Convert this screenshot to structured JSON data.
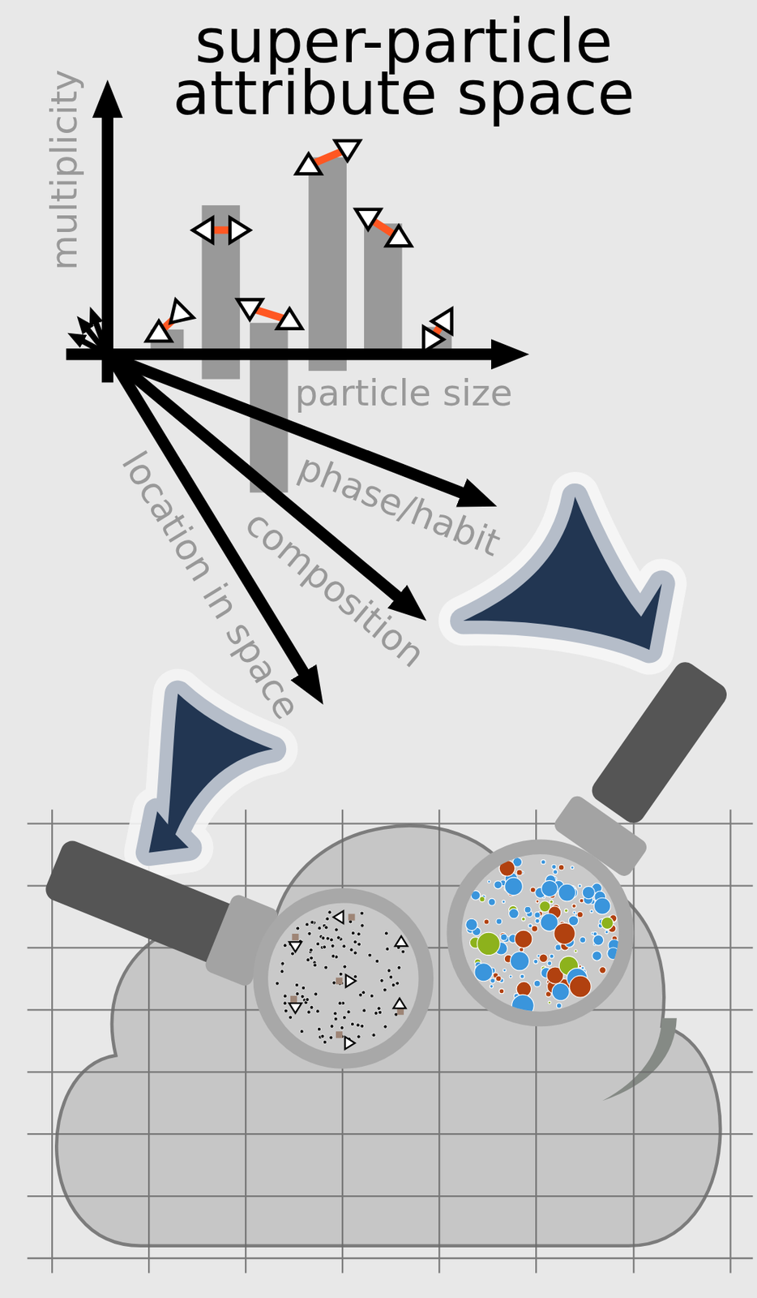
{
  "diagram": {
    "title": "super-particle attribute space",
    "labels": [
      "multiplicity",
      "particle size",
      "phase/habit",
      "composition",
      "location in space"
    ]
  }
}
